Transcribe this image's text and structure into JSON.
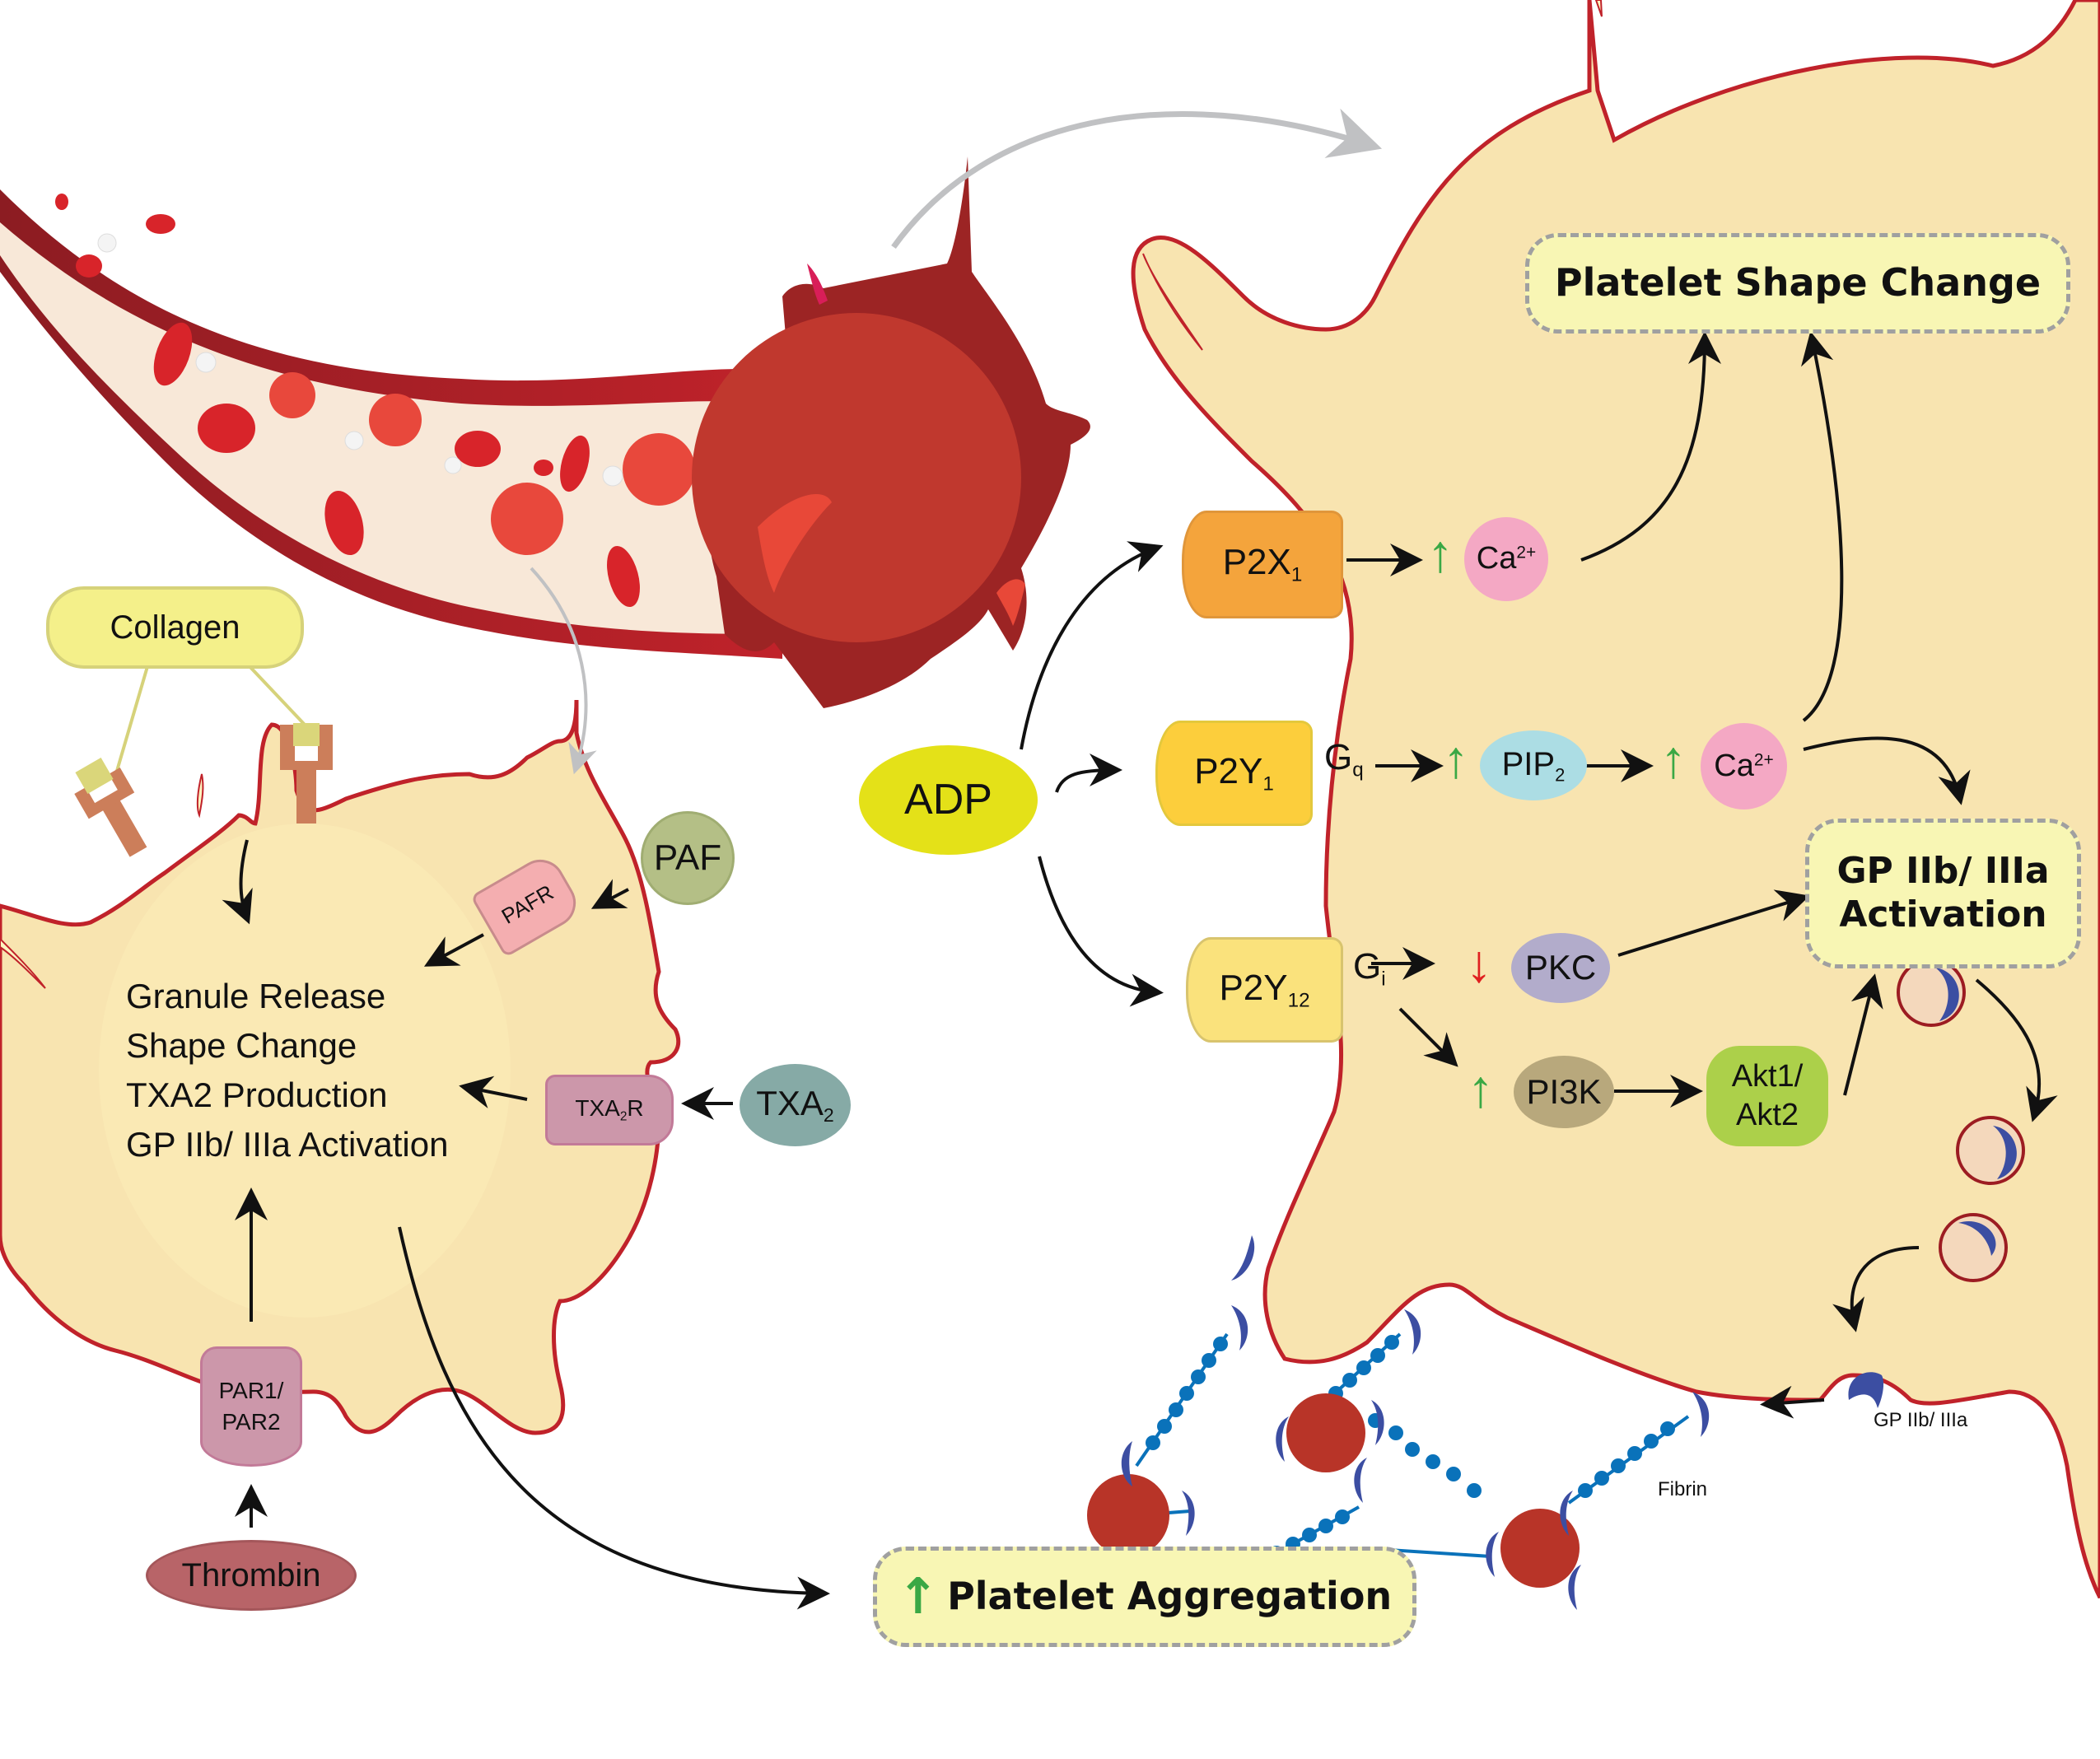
{
  "diagram": {
    "title_boxes": {
      "shape_change": "Platelet Shape Change",
      "gp_activation_line1": "GP IIb/ IIIa",
      "gp_activation_line2": "Activation",
      "aggregation": "Platelet Aggregation"
    },
    "left_platelet": {
      "collagen": "Collagen",
      "paf": "PAF",
      "pafr": "PAFR",
      "txa2": "TXA",
      "txa2_sub": "2",
      "txa2r": "TXA",
      "txa2r_sub": "2",
      "txa2r_suffix": "R",
      "par_line1": "PAR1/",
      "par_line2": "PAR2",
      "thrombin": "Thrombin",
      "processes": [
        "Granule Release",
        "Shape Change",
        "TXA2 Production",
        "GP IIb/ IIIa Activation"
      ]
    },
    "adp": "ADP",
    "receptors": {
      "p2x1": {
        "name": "P2X",
        "sub": "1"
      },
      "p2y1": {
        "name": "P2Y",
        "sub": "1"
      },
      "p2y12": {
        "name": "P2Y",
        "sub": "12"
      }
    },
    "pathway": {
      "ca_top": {
        "name": "Ca",
        "sup": "2+"
      },
      "gq": {
        "name": "G",
        "sub": "q"
      },
      "pip2": {
        "name": "PIP",
        "sub": "2"
      },
      "ca_mid": {
        "name": "Ca",
        "sup": "2+"
      },
      "gi": {
        "name": "G",
        "sub": "i"
      },
      "pkc": "PKC",
      "pi3k": "PI3K",
      "akt_line1": "Akt1/",
      "akt_line2": "Akt2"
    },
    "labels": {
      "gp_iib_iiia": "GP IIb/ IIIa",
      "fibrin": "Fibrin"
    },
    "indicators": {
      "up_arrow": "↑",
      "down_arrow": "↓"
    },
    "colors": {
      "platelet_fill": "#f8e4b0",
      "platelet_outline": "#c0222a",
      "dashed_box_fill": "#f8f6b4",
      "dashed_box_border": "#a0a0a0",
      "up_arrow": "#3aa845",
      "down_arrow": "#e02020",
      "adp": "#e4e118",
      "p2x1": "#f4a43c",
      "p2y1": "#fcce3c",
      "p2y12": "#fae27c",
      "ca": "#f4a8c4",
      "pip2": "#acdde4",
      "pkc": "#b2accb",
      "pi3k": "#b8a87c",
      "akt": "#acd04a",
      "paf": "#b4bf86",
      "txa2": "#86aaa6",
      "thrombin": "#b86468",
      "collagen": "#f4f08a",
      "gp_receptor": "#3c4ea2",
      "fibrin": "#0a72ba"
    }
  }
}
